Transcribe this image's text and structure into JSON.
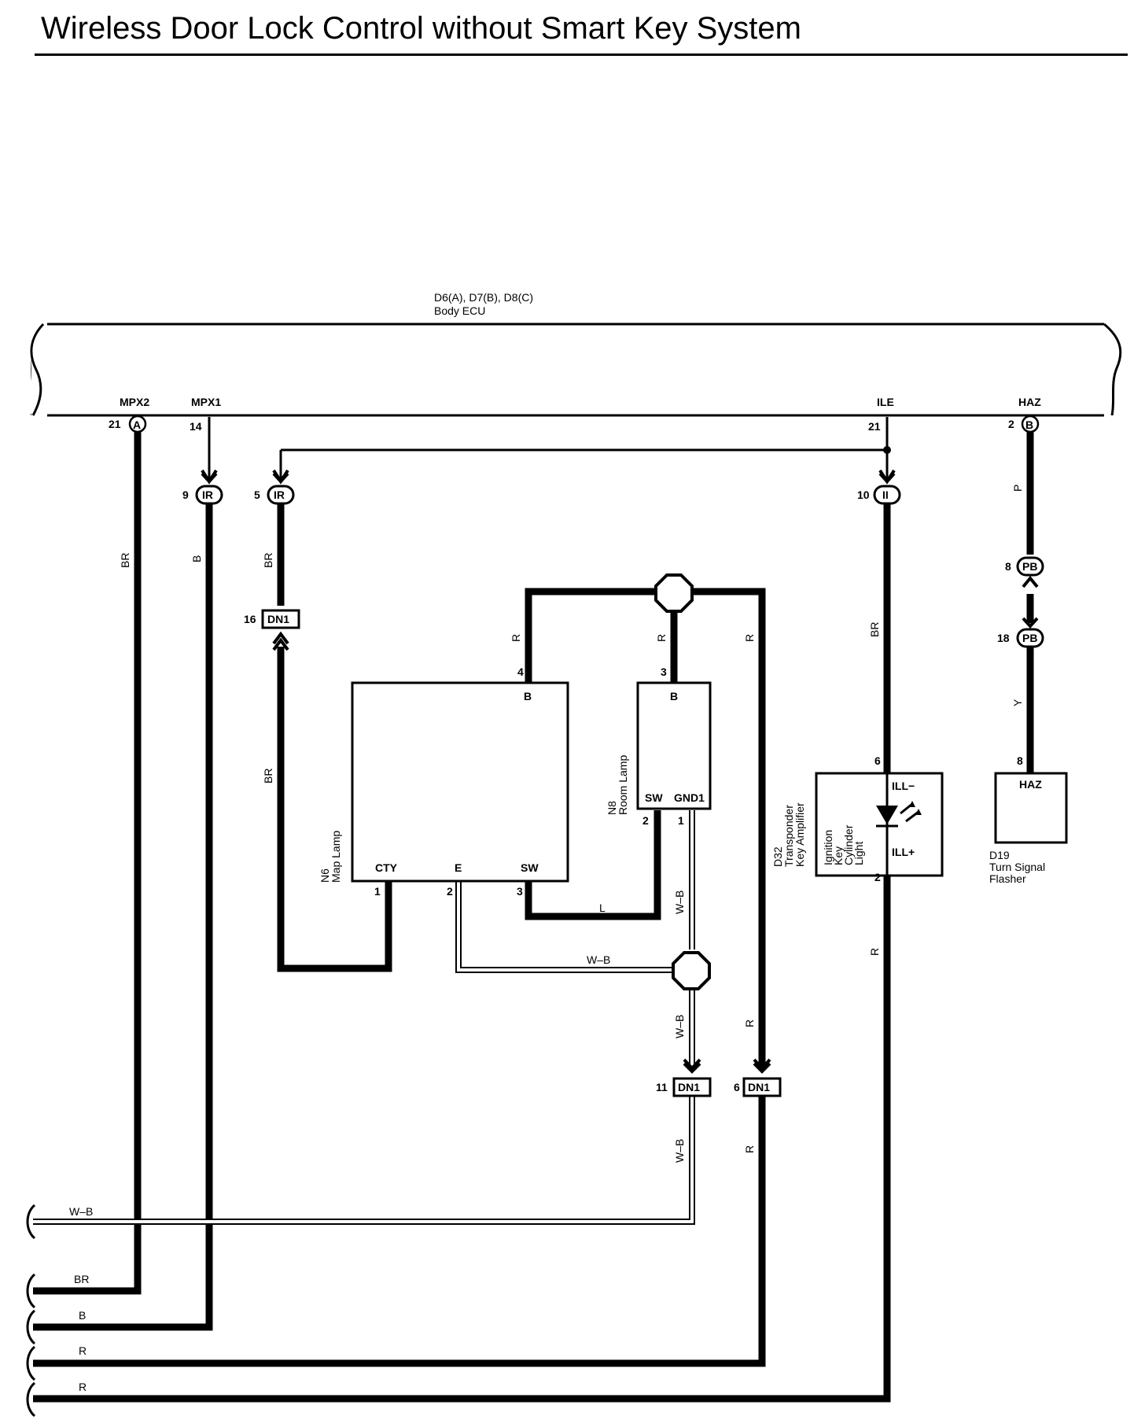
{
  "title": "Wireless Door Lock Control without Smart Key System",
  "ecu": {
    "connectors": "D6(A), D7(B), D8(C)",
    "name": "Body ECU",
    "terminals": {
      "mpx2": {
        "name": "MPX2",
        "pin": "21",
        "conn": "A"
      },
      "mpx1": {
        "name": "MPX1",
        "pin": "14"
      },
      "ile": {
        "name": "ILE",
        "pin": "21"
      },
      "haz": {
        "name": "HAZ",
        "pin": "2",
        "conn": "B"
      }
    }
  },
  "junctions": {
    "ir9": {
      "pin": "9",
      "code": "IR"
    },
    "ir5": {
      "pin": "5",
      "code": "IR"
    },
    "ii10": {
      "pin": "10",
      "code": "II"
    },
    "pb8": {
      "pin": "8",
      "code": "PB"
    },
    "pb18": {
      "pin": "18",
      "code": "PB"
    },
    "dn1_16": {
      "pin": "16",
      "code": "DN1"
    },
    "dn1_11": {
      "pin": "11",
      "code": "DN1"
    },
    "dn1_6": {
      "pin": "6",
      "code": "DN1"
    }
  },
  "map_lamp": {
    "id": "N6",
    "name": "Map Lamp",
    "terminals": {
      "b": "B",
      "cty": "CTY",
      "e": "E",
      "sw": "SW"
    },
    "pins": {
      "b": "4",
      "cty": "1",
      "e": "2",
      "sw": "3"
    }
  },
  "room_lamp": {
    "id": "N8",
    "name": "Room Lamp",
    "terminals": {
      "b": "B",
      "sw": "SW",
      "gnd1": "GND1"
    },
    "pins": {
      "b": "3",
      "sw": "2",
      "gnd1": "1"
    }
  },
  "key_amp": {
    "id": "D32",
    "name1": "Transponder",
    "name2": "Key Amplifier",
    "light1": "Ignition",
    "light2": "Key",
    "light3": "Cylinder",
    "light4": "Light",
    "terminals": {
      "ill_minus": "ILL−",
      "ill_plus": "ILL+"
    },
    "pins": {
      "ill_minus": "6",
      "ill_plus": "2"
    }
  },
  "flasher": {
    "id": "D19",
    "name1": "Turn Signal",
    "name2": "Flasher",
    "terminal": "HAZ",
    "pin": "8"
  },
  "wire_colors": {
    "br": "BR",
    "b": "B",
    "r": "R",
    "p": "P",
    "y": "Y",
    "l": "L",
    "wb": "W–B"
  },
  "bottom_wires": [
    "W–B",
    "BR",
    "B",
    "R",
    "R"
  ]
}
